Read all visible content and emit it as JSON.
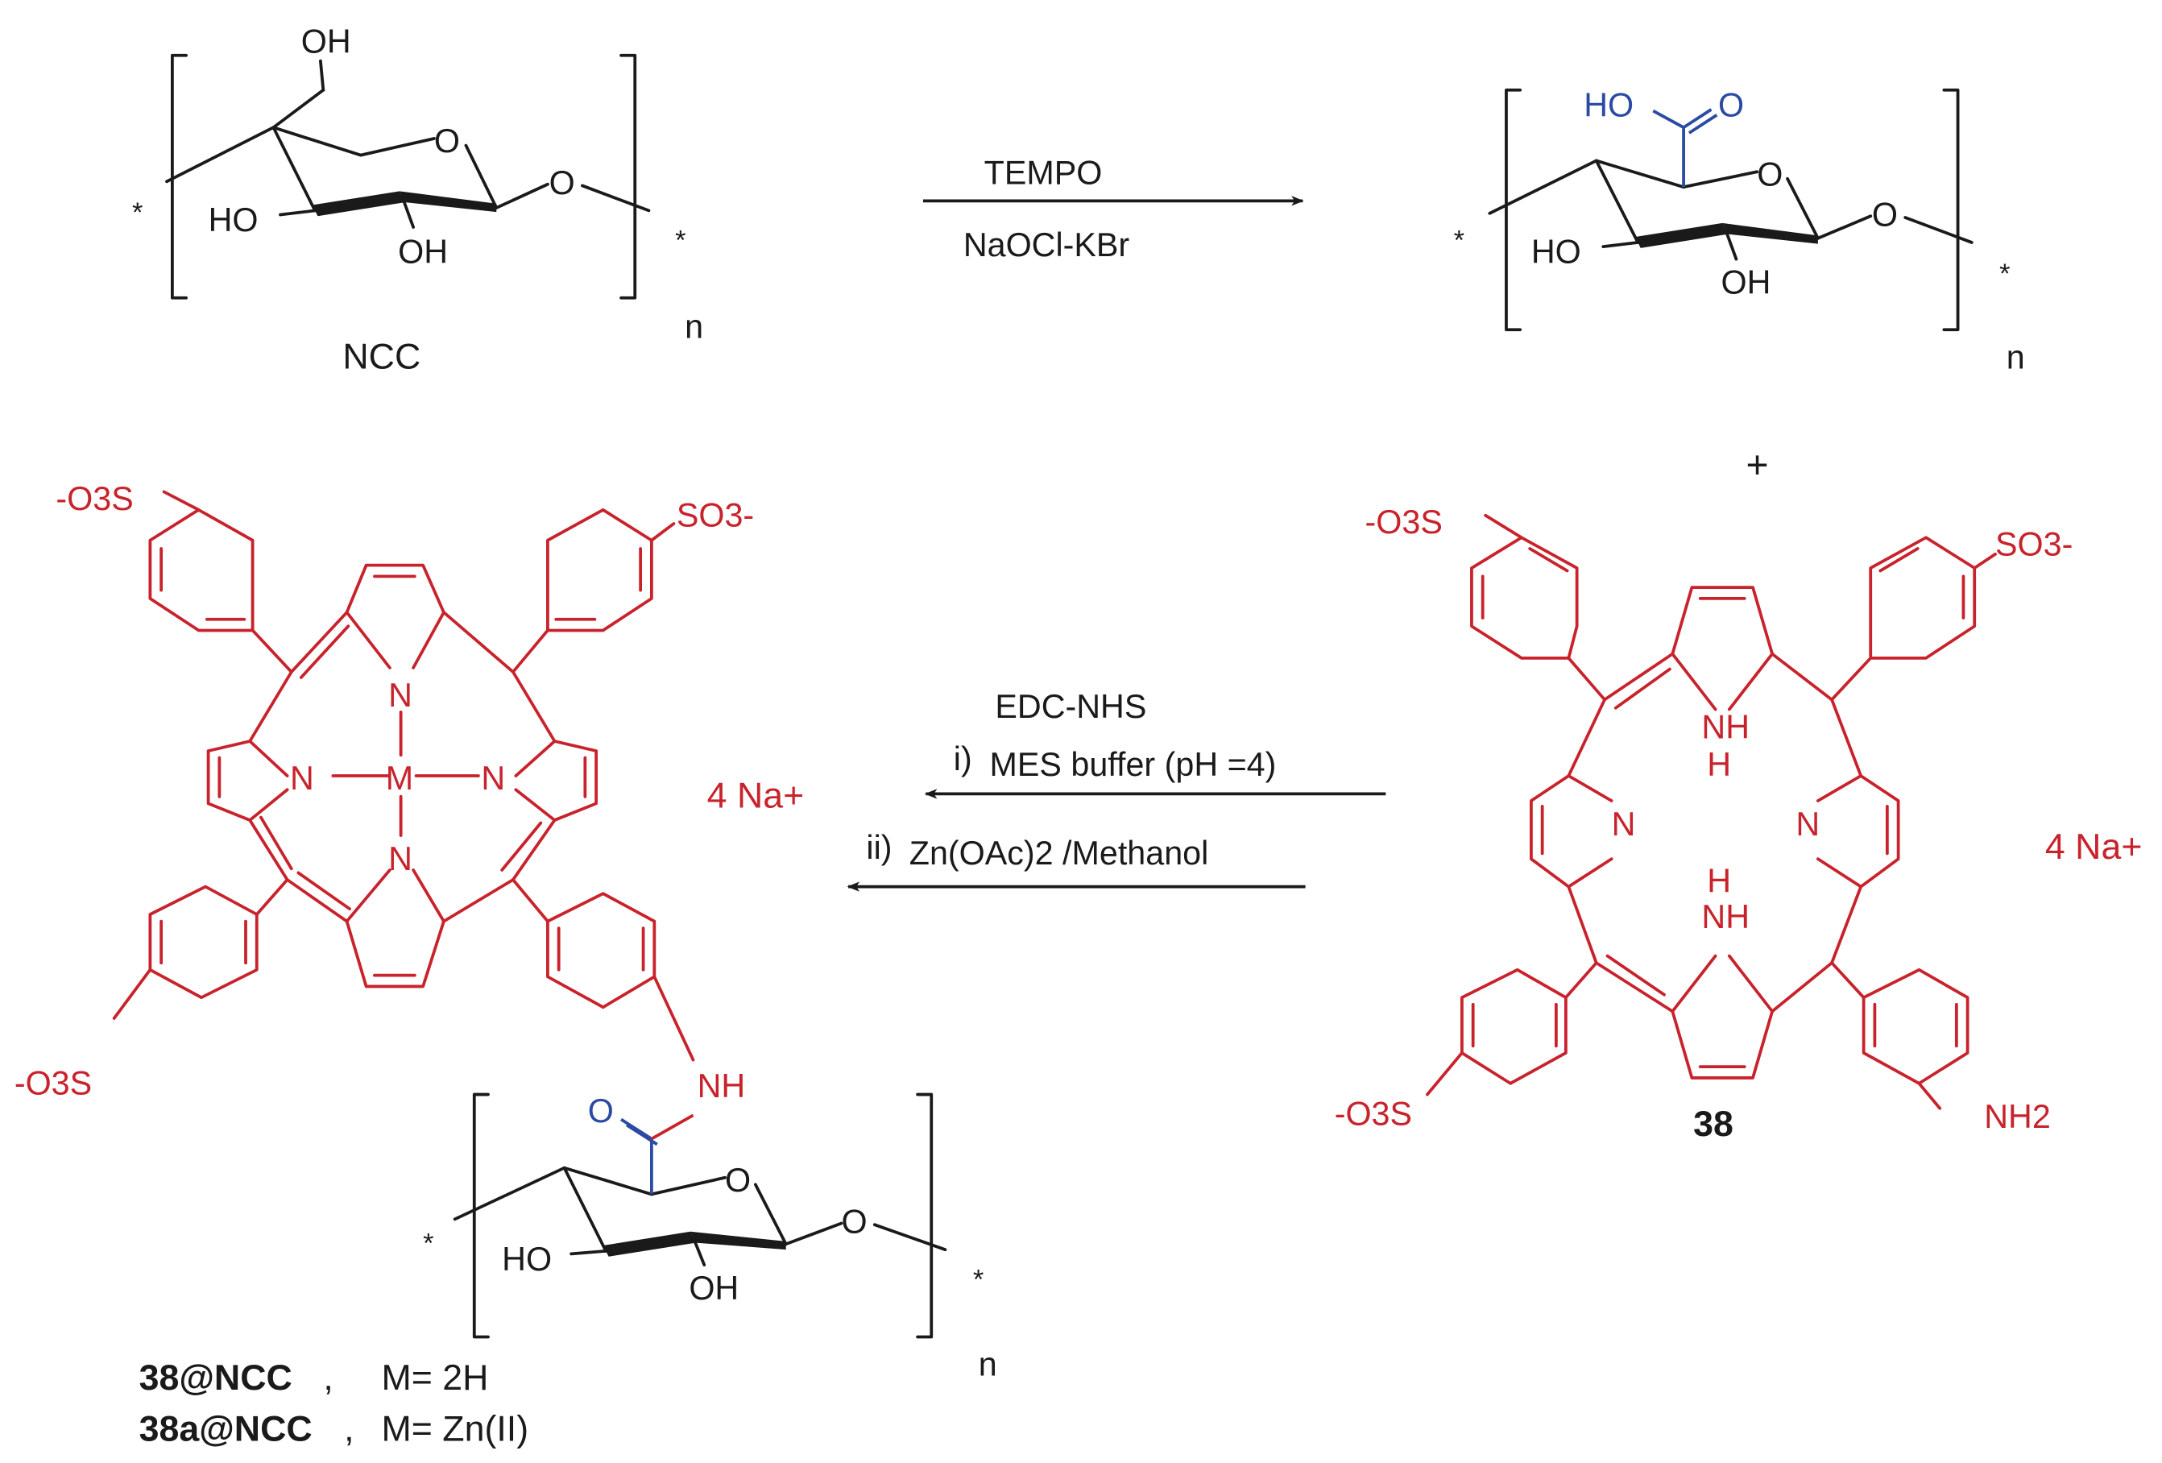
{
  "colors": {
    "ink": "#1a1a1a",
    "porphyrin": "#c8232c",
    "carbonyl": "#2b4ba3"
  },
  "unit": {
    "ho": "HO",
    "oh": "OH",
    "o": "O",
    "star": "*",
    "n": "n"
  },
  "ncc": {
    "label": "NCC"
  },
  "step1": {
    "reagent_top": "TEMPO",
    "reagent_bottom": "NaOCl-KBr"
  },
  "oxidized": {
    "carboxyl_ho": "HO",
    "carboxyl_o": "O"
  },
  "plus": "+",
  "porphyrin": {
    "so3_left": "-O3S",
    "so3_right": "SO3-",
    "n": "N",
    "nh": "NH",
    "h": "H",
    "nh2": "NH2",
    "metal": "M",
    "counterion": "4 Na+"
  },
  "compound38": {
    "label": "38"
  },
  "step2": {
    "reagent_top": "EDC-NHS",
    "step_i_marker": "i)",
    "step_i_text": "MES buffer (pH =4)",
    "step_ii_marker": "ii)",
    "step_ii_text": "Zn(OAc)2 /Methanol"
  },
  "conjugate": {
    "amide_o": "O",
    "amide_nh": "NH"
  },
  "products": [
    {
      "name": "38@NCC",
      "metal": "M= 2H"
    },
    {
      "name": "38a@NCC",
      "metal": "M= Zn(II)"
    }
  ]
}
